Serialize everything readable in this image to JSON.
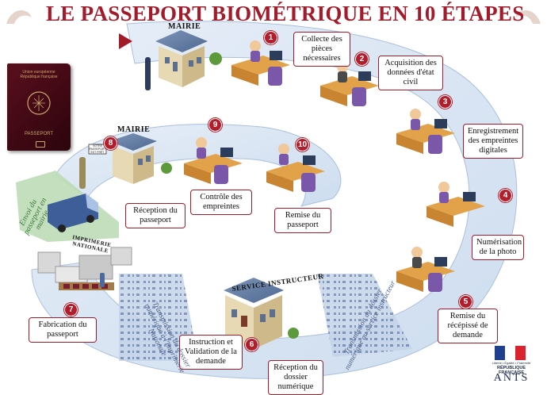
{
  "title": "LE PASSEPORT BIOMÉTRIQUE EN 10 ÉTAPES",
  "colors": {
    "accent_red": "#a31b2a",
    "path_blue": "#dbe6f3",
    "path_edge": "#9fb8d6",
    "desk": "#d9943a",
    "chair": "#7a57a8",
    "green_band": "#b7d7b0"
  },
  "buildings": {
    "mairie_top": "MAIRIE",
    "mairie_left": "MAIRIE",
    "service_instructeur": "SERVICE INSTRUCTEUR",
    "imprimerie": "IMPRIMERIE NATIONALE"
  },
  "passport": {
    "line1": "Union européenne",
    "line2": "République française",
    "line3": "PASSEPORT"
  },
  "steps": [
    {
      "number": "1",
      "label": "Collecte des pièces nécessaires"
    },
    {
      "number": "2",
      "label": "Acquisition des données d'état civil"
    },
    {
      "number": "3",
      "label": "Enregistrement des empreintes digitales"
    },
    {
      "number": "4",
      "label": "Numérisation de la photo"
    },
    {
      "number": "5",
      "label": "Remise du récépissé de demande"
    },
    {
      "number": "6",
      "label": "Instruction et Validation de la demande"
    },
    {
      "number": "7",
      "label": "Fabrication du passeport"
    },
    {
      "number": "8",
      "label": "Réception du passeport"
    },
    {
      "number": "9",
      "label": "Contrôle des empreintes"
    },
    {
      "number": "10",
      "label": "Remise du passeport"
    }
  ],
  "extra_labels": {
    "reception_dossier": "Réception du dossier numérique",
    "transmission_service": "Transmission du dossier numérique au service instructeur",
    "transmission_imprimerie": "Transmission du dossier numérique à l'Imprimerie Nationale",
    "envoi_mairie": "Envoi du passeport en mairie",
    "bubble_8": "VOTRE PASSEPORT EST PRÊT"
  },
  "logo": {
    "motto": "Liberté • Égalité • Fraternité",
    "republique": "RÉPUBLIQUE FRANÇAISE",
    "ants": "ANTS"
  }
}
